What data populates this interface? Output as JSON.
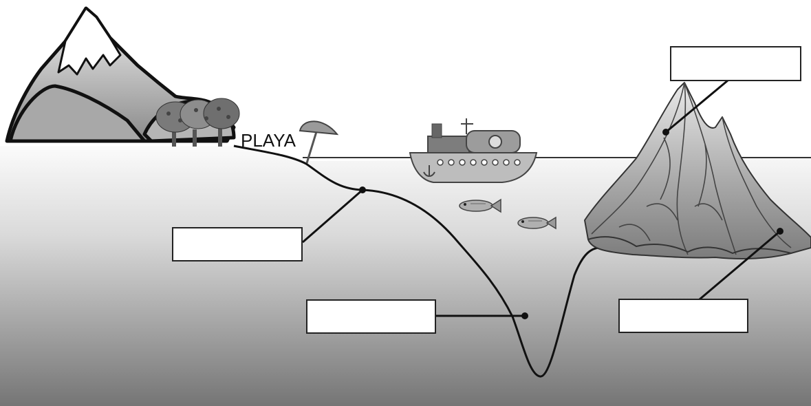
{
  "labels": {
    "beach": "PLAYA"
  },
  "answer_boxes": [
    {
      "id": "box-continental-shelf",
      "value": ""
    },
    {
      "id": "box-trench",
      "value": ""
    },
    {
      "id": "box-island-peak",
      "value": ""
    },
    {
      "id": "box-island-base",
      "value": ""
    }
  ],
  "colors": {
    "water_top": "#f8f8f8",
    "water_bottom": "#7a7a7a",
    "seabed_line": "#111111",
    "mountain_light": "#e6e6e6",
    "mountain_dark": "#8d8d8d"
  },
  "icons": [
    "mountain-icon",
    "tree-icon",
    "beach-umbrella-icon",
    "boat-icon",
    "fish-icon",
    "island-rock-icon"
  ]
}
